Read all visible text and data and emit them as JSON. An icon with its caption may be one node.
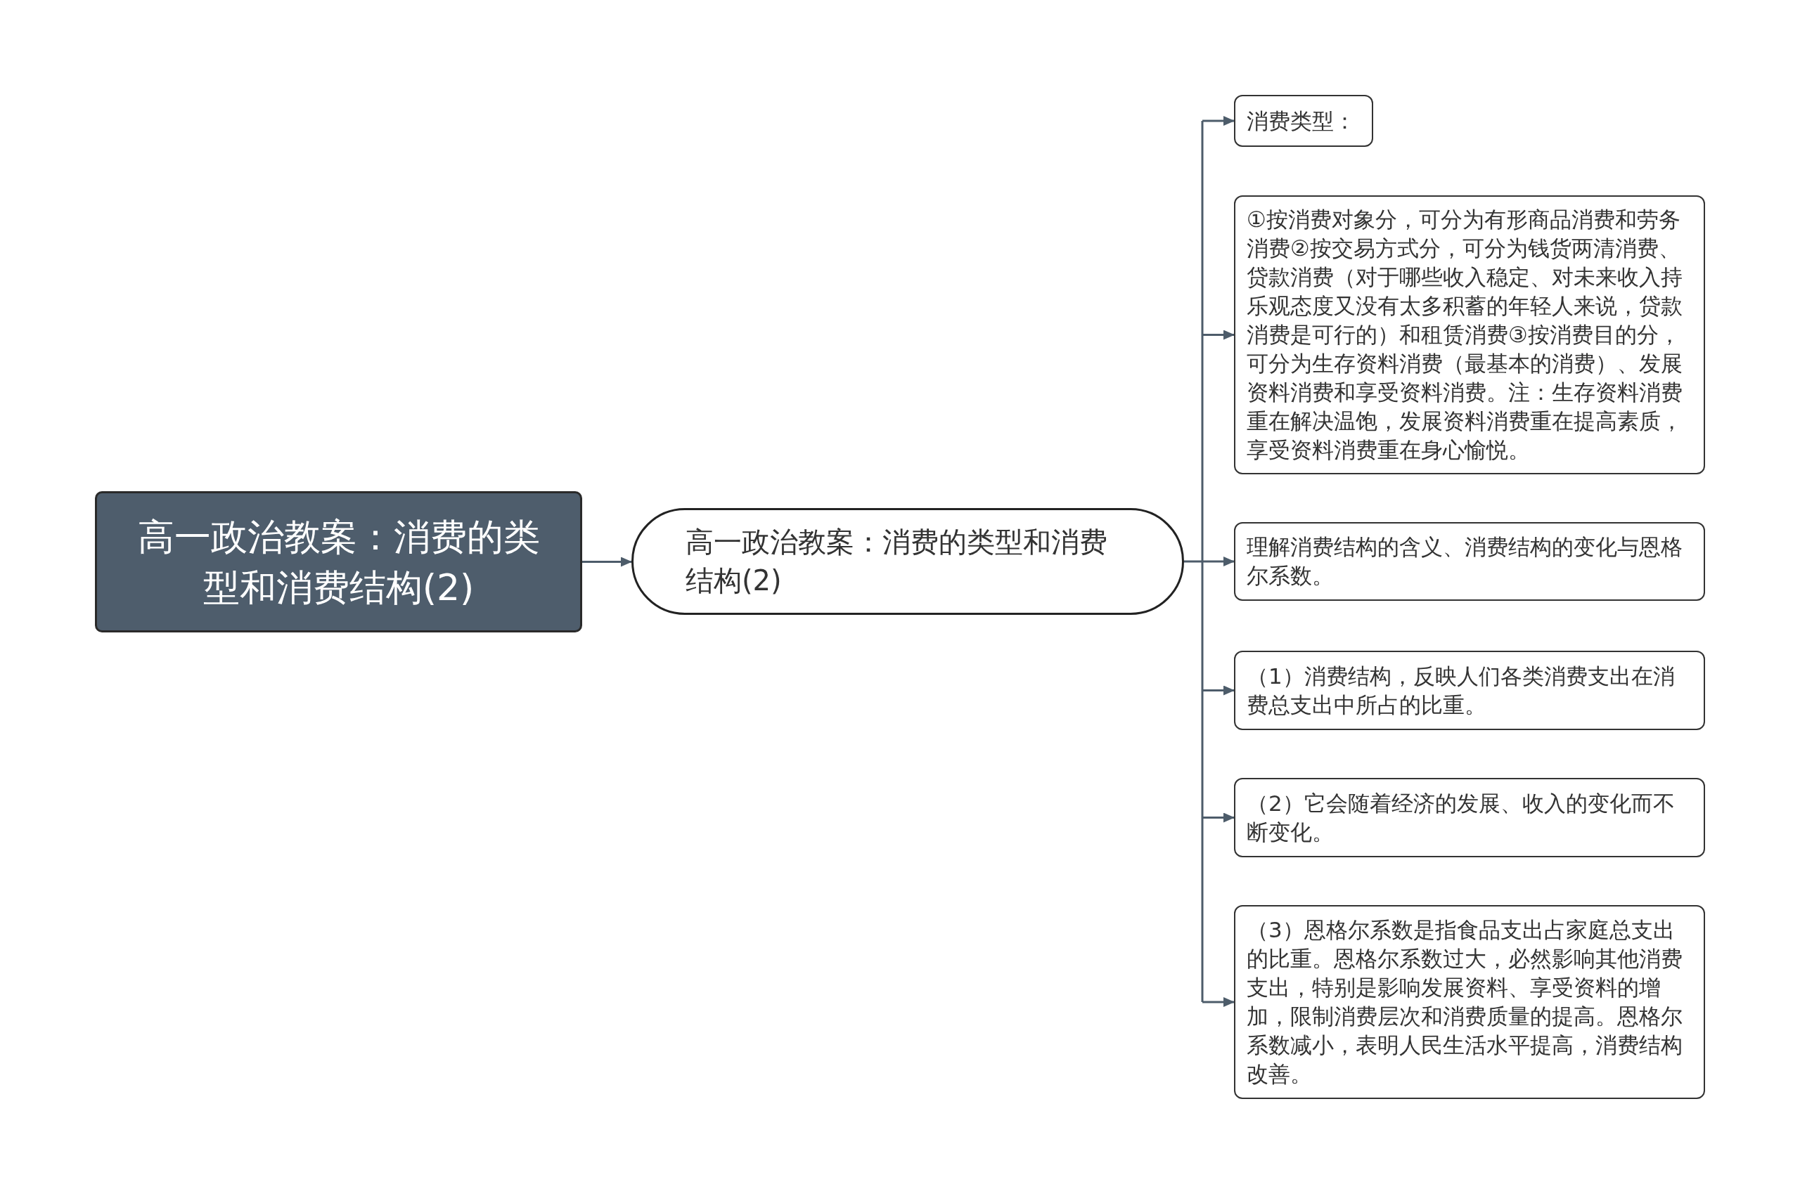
{
  "diagram": {
    "nodes": [
      {
        "text": [
          "高一政治教案：消费的类型和消费结构(2)"
        ]
      },
      {
        "text": [
          "高一政治教案：消费的类型和消费结构(2)"
        ]
      },
      {
        "text": [
          "消费类型："
        ]
      },
      {
        "text": [
          "①按消费对象分，可分为有形商品消费和劳务消费②按交易方式分，可分为钱货两清消费、贷款消费（对于哪些收入稳定、对未来收入持乐观态度又没有太多积蓄的年轻人来说，贷款消费是可行的）和租赁消费③按消费目的分，可分为生存资料消费（最基本的消费）、发展资料消费和享受资料消费。注：生存资料消费重在解决温饱，发展资料消费重在提高素质，享受资料消费重在身心愉悦。"
        ]
      },
      {
        "text": [
          "理解消费结构的含义、消费结构的变化与恩格尔系数。"
        ]
      },
      {
        "text": [
          "（1）消费结构，反映人们各类消费支出在消费总支出中所占的比重。"
        ]
      },
      {
        "text": [
          "（2）它会随着经济的发展、收入的变化而不断变化。"
        ]
      },
      {
        "text": [
          "（3）恩格尔系数是指食品支出占家庭总支出的比重。恩格尔系数过大，必然影响其他消费支出，特别是影响发展资料、享受资料的增加，限制消费层次和消费质量的提高。恩格尔系数减小，表明人民生活水平提高，消费结构改善。"
        ]
      }
    ],
    "edges": [
      {
        "from": 0,
        "to": 1,
        "arrow": "to"
      },
      {
        "from": 1,
        "to": 2,
        "arrow": "to"
      },
      {
        "from": 1,
        "to": 3,
        "arrow": "to"
      },
      {
        "from": 1,
        "to": 4,
        "arrow": "to"
      },
      {
        "from": 1,
        "to": 5,
        "arrow": "to"
      },
      {
        "from": 1,
        "to": 6,
        "arrow": "to"
      },
      {
        "from": 1,
        "to": 7,
        "arrow": "to"
      }
    ]
  }
}
